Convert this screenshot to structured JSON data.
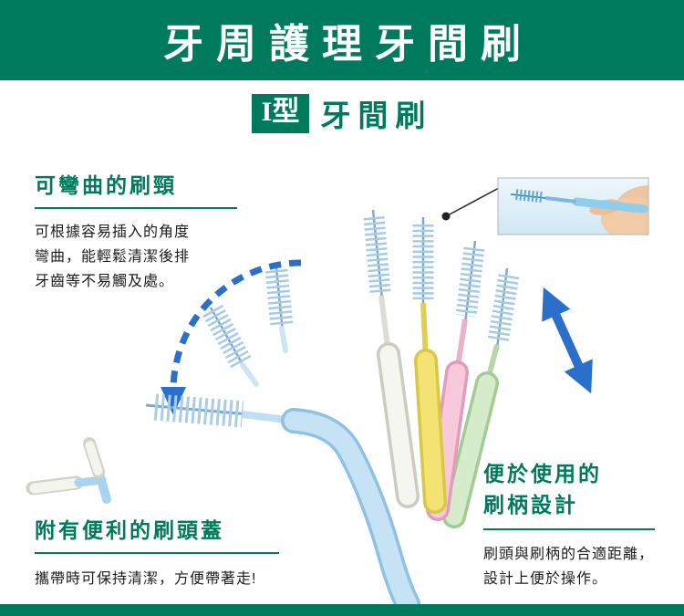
{
  "header": {
    "title": "牙周護理牙間刷"
  },
  "subheader": {
    "badge": "I型",
    "title": "牙間刷"
  },
  "features": {
    "bendable": {
      "heading": "可彎曲的刷頸",
      "lines": [
        "可根據容易插入的角度",
        "彎曲，能輕鬆清潔後排",
        "牙齒等不易觸及處。"
      ]
    },
    "cap": {
      "heading": "附有便利的刷頭蓋",
      "body": "攜帶時可保持清潔，方便帶著走!"
    },
    "handle": {
      "heading_lines": [
        "便於使用的",
        "刷柄設計"
      ],
      "lines": [
        "刷頭與刷柄的合適距離，",
        "設計上便於操作。"
      ]
    }
  },
  "icons": {
    "bend_arrow": "dashed-arc-arrow-icon",
    "length_arrow": "double-headed-arrow-icon",
    "callout": "callout-line"
  },
  "colors": {
    "brand_green": "#007a5c",
    "arrow_blue": "#2a6fc9",
    "body_text": "#1b1b1b",
    "brush_blue": "#c6e3f5",
    "brush_white": "#f6f6f0",
    "brush_yellow": "#f3e375",
    "brush_pink": "#f7c9da",
    "brush_green": "#d6ebca"
  }
}
